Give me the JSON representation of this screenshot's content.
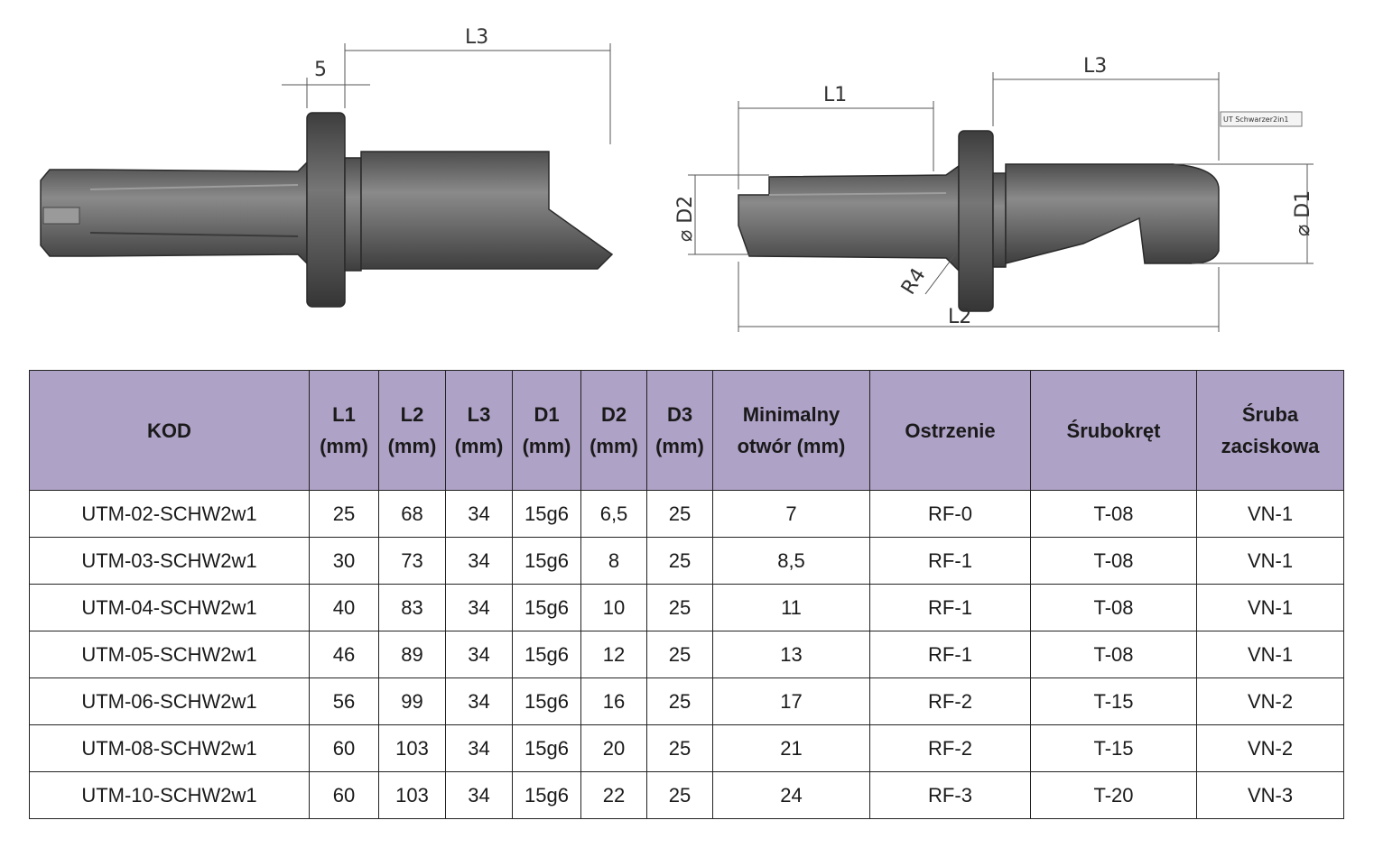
{
  "drawing_labels": {
    "left_view": {
      "l3": "L3",
      "five": "5"
    },
    "right_view": {
      "l1": "L1",
      "l2": "L2",
      "l3": "L3",
      "d1": "⌀ D1",
      "d2": "⌀ D2",
      "r4": "R4",
      "tag": "UT Schwarzer2in1"
    }
  },
  "colors": {
    "header_bg": "#afa2c7",
    "part_fill": "#6b6b6b",
    "border": "#222222"
  },
  "table": {
    "headers": [
      [
        "KOD"
      ],
      [
        "L1",
        "(mm)"
      ],
      [
        "L2",
        "(mm)"
      ],
      [
        "L3",
        "(mm)"
      ],
      [
        "D1",
        "(mm)"
      ],
      [
        "D2",
        "(mm)"
      ],
      [
        "D3",
        "(mm)"
      ],
      [
        "Minimalny",
        "otwór (mm)"
      ],
      [
        "Ostrzenie"
      ],
      [
        "Śrubokręt"
      ],
      [
        "Śruba",
        "zaciskowa"
      ]
    ],
    "rows": [
      [
        "UTM-02-SCHW2w1",
        "25",
        "68",
        "34",
        "15g6",
        "6,5",
        "25",
        "7",
        "RF-0",
        "T-08",
        "VN-1"
      ],
      [
        "UTM-03-SCHW2w1",
        "30",
        "73",
        "34",
        "15g6",
        "8",
        "25",
        "8,5",
        "RF-1",
        "T-08",
        "VN-1"
      ],
      [
        "UTM-04-SCHW2w1",
        "40",
        "83",
        "34",
        "15g6",
        "10",
        "25",
        "11",
        "RF-1",
        "T-08",
        "VN-1"
      ],
      [
        "UTM-05-SCHW2w1",
        "46",
        "89",
        "34",
        "15g6",
        "12",
        "25",
        "13",
        "RF-1",
        "T-08",
        "VN-1"
      ],
      [
        "UTM-06-SCHW2w1",
        "56",
        "99",
        "34",
        "15g6",
        "16",
        "25",
        "17",
        "RF-2",
        "T-15",
        "VN-2"
      ],
      [
        "UTM-08-SCHW2w1",
        "60",
        "103",
        "34",
        "15g6",
        "20",
        "25",
        "21",
        "RF-2",
        "T-15",
        "VN-2"
      ],
      [
        "UTM-10-SCHW2w1",
        "60",
        "103",
        "34",
        "15g6",
        "22",
        "25",
        "24",
        "RF-3",
        "T-20",
        "VN-3"
      ]
    ]
  }
}
